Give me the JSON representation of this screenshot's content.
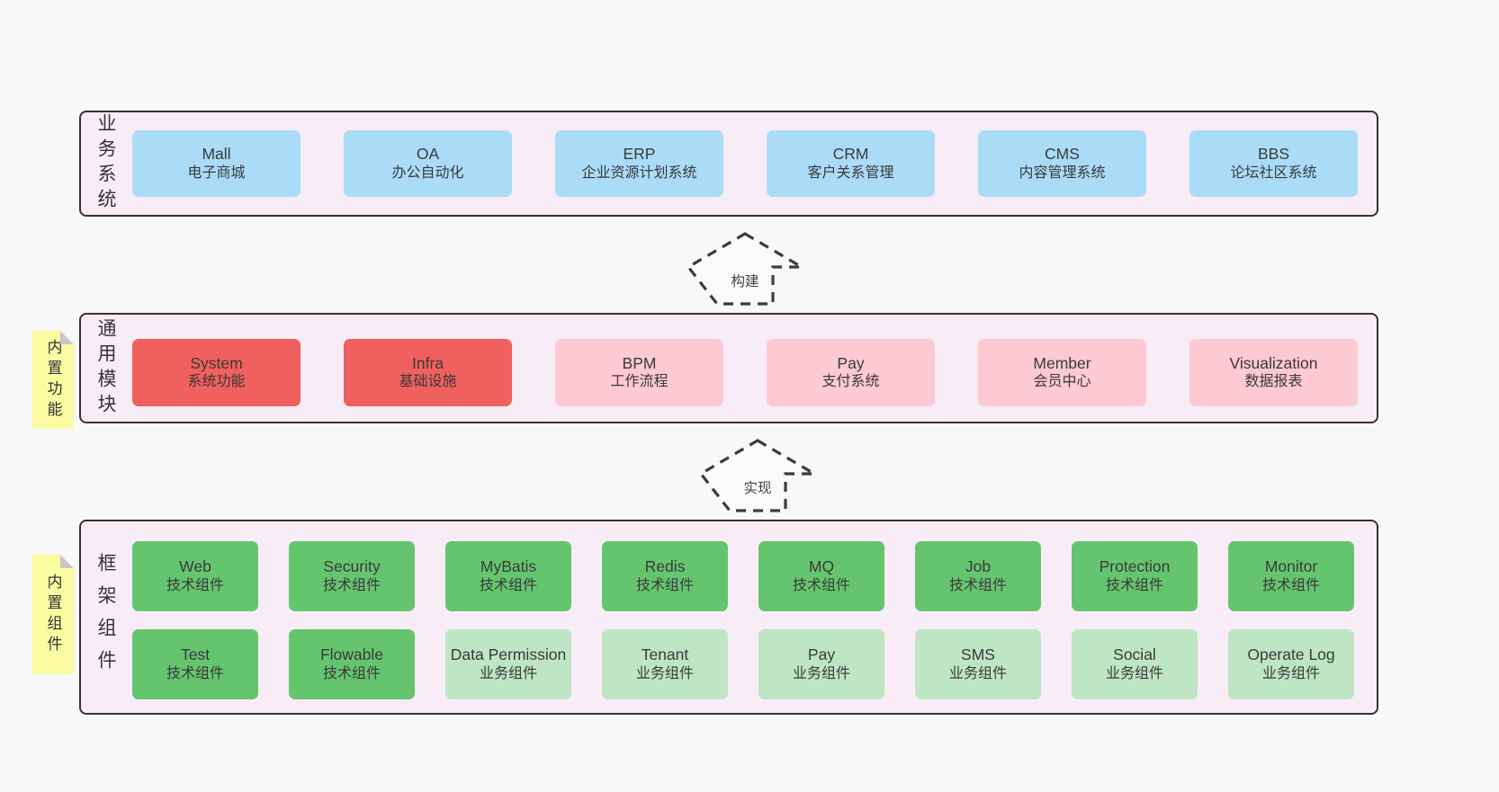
{
  "page": {
    "background": "#f8f8f8"
  },
  "colors": {
    "band_fill": "#f8edf6",
    "band_border": "#333333",
    "box_blue": "#aadcf8",
    "box_red": "#f0605e",
    "box_pink": "#fdc9d2",
    "box_green": "#65c56f",
    "box_green_light": "#bee5c4",
    "sticky_yellow": "#fbfba2",
    "sticky_fold": "#c8c8c8",
    "arrow_border": "#3c3c3c",
    "text": "#3a3a3a"
  },
  "diagram": {
    "arrows": [
      {
        "label": "构建"
      },
      {
        "label": "实现"
      }
    ],
    "bands": [
      {
        "label": "业务系统",
        "boxes": [
          {
            "title": "Mall",
            "subtitle": "电子商城",
            "type": "blue"
          },
          {
            "title": "OA",
            "subtitle": "办公自动化",
            "type": "blue"
          },
          {
            "title": "ERP",
            "subtitle": "企业资源计划系统",
            "type": "blue"
          },
          {
            "title": "CRM",
            "subtitle": "客户关系管理",
            "type": "blue"
          },
          {
            "title": "CMS",
            "subtitle": "内容管理系统",
            "type": "blue"
          },
          {
            "title": "BBS",
            "subtitle": "论坛社区系统",
            "type": "blue"
          }
        ]
      },
      {
        "label": "通用模块",
        "note": "内置功能",
        "boxes": [
          {
            "title": "System",
            "subtitle": "系统功能",
            "type": "red"
          },
          {
            "title": "Infra",
            "subtitle": "基础设施",
            "type": "red"
          },
          {
            "title": "BPM",
            "subtitle": "工作流程",
            "type": "pink"
          },
          {
            "title": "Pay",
            "subtitle": "支付系统",
            "type": "pink"
          },
          {
            "title": "Member",
            "subtitle": "会员中心",
            "type": "pink"
          },
          {
            "title": "Visualization",
            "subtitle": "数据报表",
            "type": "pink"
          }
        ]
      },
      {
        "label": "框架组件",
        "note": "内置组件",
        "rows": [
          {
            "boxes": [
              {
                "title": "Web",
                "subtitle": "技术组件",
                "type": "green"
              },
              {
                "title": "Security",
                "subtitle": "技术组件",
                "type": "green"
              },
              {
                "title": "MyBatis",
                "subtitle": "技术组件",
                "type": "green"
              },
              {
                "title": "Redis",
                "subtitle": "技术组件",
                "type": "green"
              },
              {
                "title": "MQ",
                "subtitle": "技术组件",
                "type": "green"
              },
              {
                "title": "Job",
                "subtitle": "技术组件",
                "type": "green"
              },
              {
                "title": "Protection",
                "subtitle": "技术组件",
                "type": "green"
              },
              {
                "title": "Monitor",
                "subtitle": "技术组件",
                "type": "green"
              }
            ]
          },
          {
            "boxes": [
              {
                "title": "Test",
                "subtitle": "技术组件",
                "type": "green"
              },
              {
                "title": "Flowable",
                "subtitle": "技术组件",
                "type": "green"
              },
              {
                "title": "Data Permission",
                "subtitle": "业务组件",
                "type": "green-light"
              },
              {
                "title": "Tenant",
                "subtitle": "业务组件",
                "type": "green-light"
              },
              {
                "title": "Pay",
                "subtitle": "业务组件",
                "type": "green-light"
              },
              {
                "title": "SMS",
                "subtitle": "业务组件",
                "type": "green-light"
              },
              {
                "title": "Social",
                "subtitle": "业务组件",
                "type": "green-light"
              },
              {
                "title": "Operate Log",
                "subtitle": "业务组件",
                "type": "green-light"
              }
            ]
          }
        ]
      }
    ]
  }
}
